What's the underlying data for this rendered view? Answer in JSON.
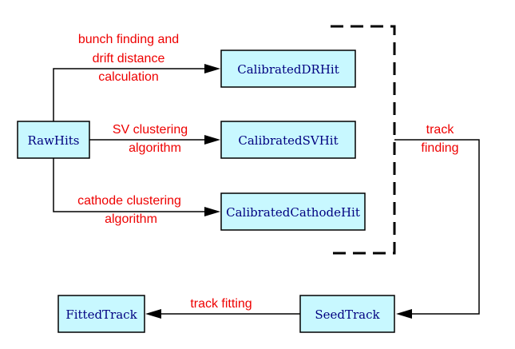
{
  "diagram": {
    "boxes": {
      "rawhits": "RawHits",
      "calibrated_dr": "CalibratedDRHit",
      "calibrated_sv": "CalibratedSVHit",
      "calibrated_cathode": "CalibratedCathodeHit",
      "seedtrack": "SeedTrack",
      "fittedtrack": "FittedTrack"
    },
    "labels": {
      "bunch_finding": [
        "bunch finding and",
        "drift distance",
        "calculation"
      ],
      "sv_clustering": [
        "SV clustering",
        "algorithm"
      ],
      "cathode_clustering": [
        "cathode clustering",
        "algorithm"
      ],
      "track_finding": [
        "track",
        "finding"
      ],
      "track_fitting": [
        "track fitting"
      ]
    },
    "colors": {
      "box_fill": "#c8f8ff",
      "box_text": "#000080",
      "label_text": "#ee0000",
      "lines": "#000000"
    }
  }
}
